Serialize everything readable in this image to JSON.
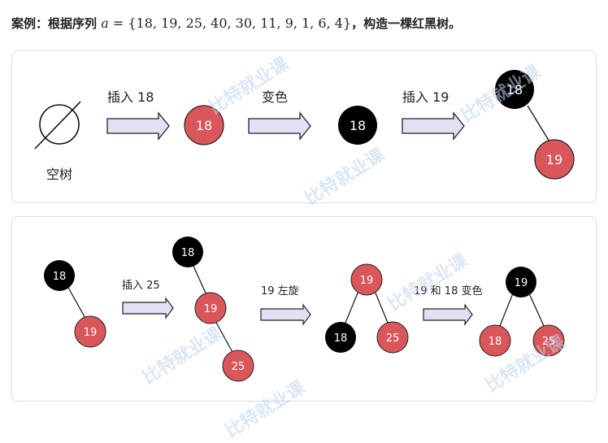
{
  "heading": {
    "prefix": "案例：根据序列 ",
    "math_var": "a",
    "math_eq": " = {18, 19, 25, 40, 30, 11, 9, 1, 6, 4}",
    "suffix": "，构造一棵红黑树。"
  },
  "watermark": "比特就业课",
  "colors": {
    "red_node": "#d9575a",
    "black_node": "#000000",
    "arrow_fill": "#e6def5",
    "node_text": "#ffffff"
  },
  "panel1": {
    "empty_label": "空树",
    "steps": [
      "插入  18",
      "变色",
      "插入 19"
    ],
    "nodes": [
      "18",
      "18",
      "18",
      "19"
    ]
  },
  "panel2": {
    "steps": [
      "插入 25",
      "19 左旋",
      "19 和 18 变色"
    ],
    "nodes": [
      "18",
      "19",
      "18",
      "19",
      "25",
      "19",
      "18",
      "25",
      "19",
      "18",
      "25"
    ]
  }
}
